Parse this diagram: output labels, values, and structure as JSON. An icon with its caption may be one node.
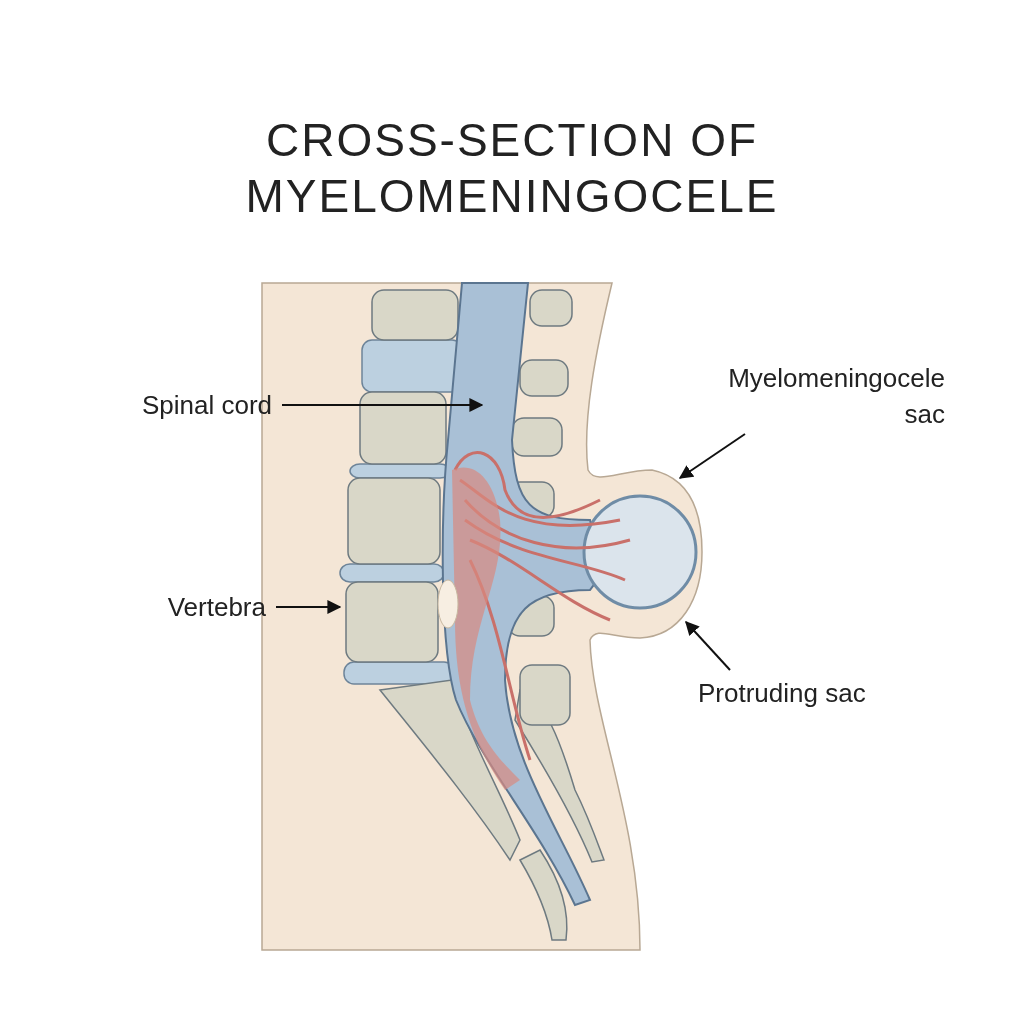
{
  "diagram": {
    "title": "CROSS-SECTION OF MYELOMENINGOCELE",
    "nodes": [
      {
        "text": [
          "Spinal cord"
        ]
      },
      {
        "text": [
          "Myelomeningocele sac"
        ]
      },
      {
        "text": [
          "Vertebra"
        ]
      },
      {
        "text": [
          "Protruding sac"
        ]
      }
    ],
    "edges": [
      {
        "from": 0,
        "to": null,
        "arrow": "to"
      },
      {
        "from": 1,
        "to": null,
        "arrow": "to"
      },
      {
        "from": 2,
        "to": null,
        "arrow": "to"
      },
      {
        "from": 3,
        "to": null,
        "arrow": "to"
      }
    ]
  }
}
